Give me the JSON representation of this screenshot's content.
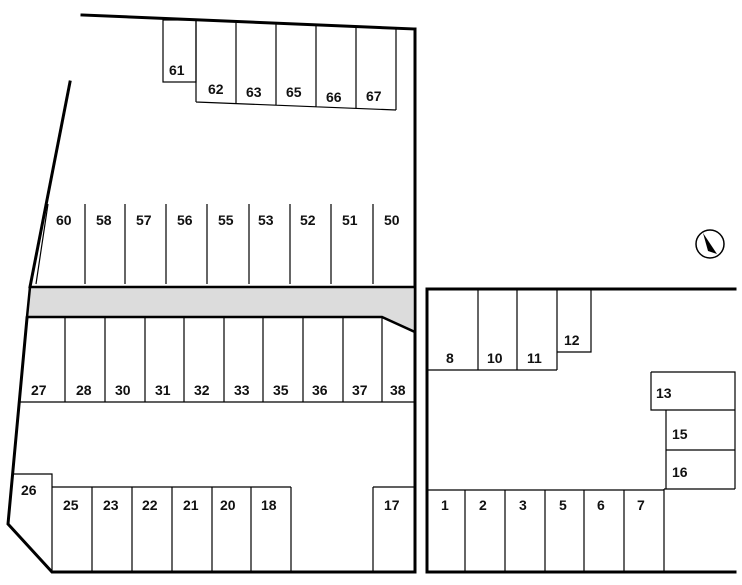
{
  "colors": {
    "line": "#000000",
    "road": "#dcdcdc",
    "label": "#111111"
  },
  "compass": {
    "icon": "north-arrow-icon"
  },
  "spaces": [
    "61",
    "62",
    "63",
    "65",
    "66",
    "67",
    "60",
    "58",
    "57",
    "56",
    "55",
    "53",
    "52",
    "51",
    "50",
    "27",
    "28",
    "30",
    "31",
    "32",
    "33",
    "35",
    "36",
    "37",
    "38",
    "26",
    "25",
    "23",
    "22",
    "21",
    "20",
    "18",
    "17",
    "8",
    "10",
    "11",
    "12",
    "13",
    "15",
    "16",
    "1",
    "2",
    "3",
    "5",
    "6",
    "7"
  ]
}
